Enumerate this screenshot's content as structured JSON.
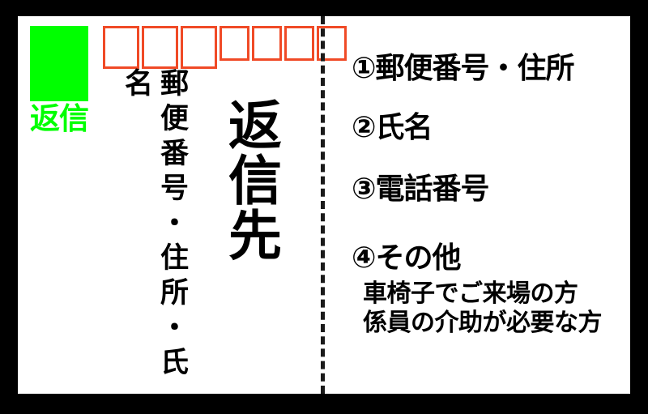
{
  "card": {
    "side_label": "返信",
    "frame_color": "#000000",
    "face_color": "#ffffff"
  },
  "stamp": {
    "label": "返信",
    "box_color": "#00ff00",
    "label_color": "#00ff00"
  },
  "postal_code": {
    "cell_color": "#f04a26",
    "cells": [
      {
        "size": "big",
        "value": ""
      },
      {
        "size": "big",
        "value": ""
      },
      {
        "size": "big",
        "value": ""
      },
      {
        "size": "small",
        "value": ""
      },
      {
        "size": "small",
        "value": ""
      },
      {
        "size": "small",
        "value": ""
      },
      {
        "size": "small",
        "value": ""
      }
    ]
  },
  "vertical_labels": {
    "address_fields": "郵便番号・住所・氏名",
    "title": "返信先"
  },
  "fold": {
    "style": "dashed",
    "color": "#1a1a1a"
  },
  "required_items": {
    "items": [
      {
        "number": "①",
        "label": "①郵便番号・住所"
      },
      {
        "number": "②",
        "label": "②氏名"
      },
      {
        "number": "③",
        "label": "③電話番号"
      },
      {
        "number": "④",
        "label": "④その他"
      }
    ],
    "other_notes": [
      "車椅子でご来場の方",
      "係員の介助が必要な方"
    ]
  }
}
